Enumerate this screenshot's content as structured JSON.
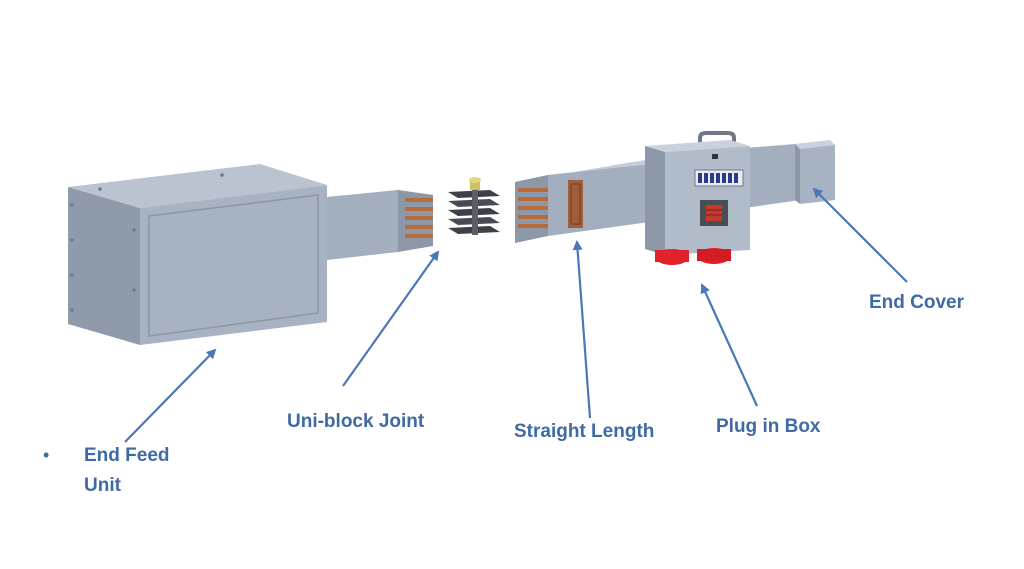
{
  "labels": {
    "end_feed_unit_line1": "End Feed",
    "end_feed_unit_line2": "Unit",
    "uni_block_joint": "Uni-block Joint",
    "straight_length": "Straight Length",
    "plug_in_box": "Plug in Box",
    "end_cover": "End Cover"
  },
  "bullet": "•",
  "colors": {
    "label_text": "#3f6aa4",
    "arrow": "#4a78b6",
    "housing_front": "#a7b3c3",
    "housing_side": "#8c97a8",
    "housing_top": "#bac4d1",
    "copper": "#b76a3a",
    "joint_plate": "#3c4048",
    "plug_red": "#e2222a"
  }
}
